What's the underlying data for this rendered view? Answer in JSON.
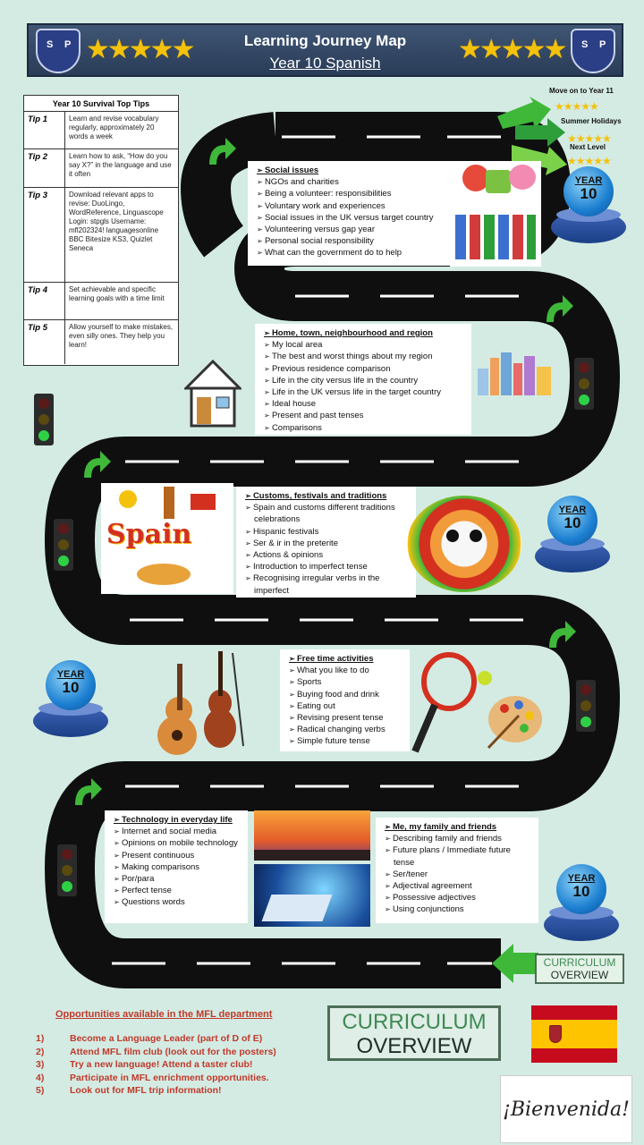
{
  "header": {
    "title": "Learning Journey Map",
    "subtitle": "Year 10 Spanish",
    "crest_left_letters": [
      "S",
      "P"
    ],
    "crest_right_letters": [
      "S",
      "P"
    ],
    "stars": "★★★★★"
  },
  "colors": {
    "background": "#d4ebe3",
    "road": "#111111",
    "header": "#34496a",
    "badge_blue": "#1c7fd1",
    "arrow_green": "#3fb83a",
    "opportunity_red": "#c0392b"
  },
  "milestones": {
    "move_on": "Move on to Year 11",
    "summer": "Summer Holidays",
    "next_level": "Next Level",
    "stars": "★★★★★"
  },
  "tips": {
    "title": "Year 10 Survival Top Tips",
    "rows": [
      {
        "label": "Tip 1",
        "text": "Learn and revise vocabulary regularly, approximately 20 words a week"
      },
      {
        "label": "Tip 2",
        "text": "Learn how to ask, “How do you say X?” in the language and use it often"
      },
      {
        "label": "Tip 3",
        "text": "Download relevant apps to revise: DuoLingo, WordReference, Linguascope Login: stpgls Username: mfl202324! languagesonline BBC Bitesize KS3, Quizlet Seneca"
      },
      {
        "label": "Tip 4",
        "text": "Set achievable and specific learning goals with a time limit"
      },
      {
        "label": "Tip 5",
        "text": "Allow yourself to make mistakes, even silly ones. They help you learn!"
      }
    ]
  },
  "topics": {
    "social": {
      "title": "Social issues",
      "items": [
        "NGOs and charities",
        "Being a volunteer: responsibilities",
        "Voluntary work and experiences",
        "Social issues in the UK versus target country",
        "Volunteering versus gap year",
        "Personal social responsibility",
        "What can the government do to help"
      ]
    },
    "home": {
      "title": "Home, town, neighbourhood and region",
      "items": [
        "My local area",
        "The best and worst things about my region",
        "Previous residence comparison",
        "Life in the city versus life in the country",
        "Life in the UK versus life in the target country",
        "Ideal house",
        "Present and past tenses",
        "Comparisons"
      ]
    },
    "customs": {
      "title": "Customs, festivals and traditions",
      "items": [
        "Spain and customs different traditions celebrations",
        "Hispanic festivals",
        "Ser & ir in the preterite",
        "Actions & opinions",
        "Introduction to imperfect tense",
        "Recognising irregular verbs in the imperfect"
      ]
    },
    "free": {
      "title": "Free time activities",
      "items": [
        "What you like to do",
        "Sports",
        "Buying food and drink",
        "Eating out",
        "Revising present tense",
        "Radical changing verbs",
        "Simple future tense"
      ]
    },
    "tech": {
      "title": "Technology in everyday life",
      "items": [
        "Internet and social media",
        "Opinions on mobile technology",
        "Present continuous",
        "Making comparisons",
        "Por/para",
        "Perfect tense",
        "Questions words"
      ]
    },
    "family": {
      "title": "Me, my family and friends",
      "items": [
        "Describing family and friends",
        "Future plans / Immediate future tense",
        "Ser/tener",
        "Adjectival agreement",
        "Possessive adjectives",
        "Using conjunctions"
      ]
    }
  },
  "badge": {
    "year": "YEAR",
    "number": "10"
  },
  "spain_label": "Spain",
  "opportunities": {
    "title": "Opportunities available in the MFL department",
    "items": [
      {
        "n": "1)",
        "text": "Become a Language Leader (part of D of E)"
      },
      {
        "n": "2)",
        "text": "Attend MFL film club (look out for the posters)"
      },
      {
        "n": "3)",
        "text": "Try a new language! Attend a taster club!"
      },
      {
        "n": "4)",
        "text": "Participate in MFL enrichment opportunities."
      },
      {
        "n": "5)",
        "text": "Look out for MFL trip information!"
      }
    ]
  },
  "curriculum": {
    "line1": "CURRICULUM",
    "line2": "OVERVIEW"
  },
  "welcome": "¡Bienvenida!"
}
